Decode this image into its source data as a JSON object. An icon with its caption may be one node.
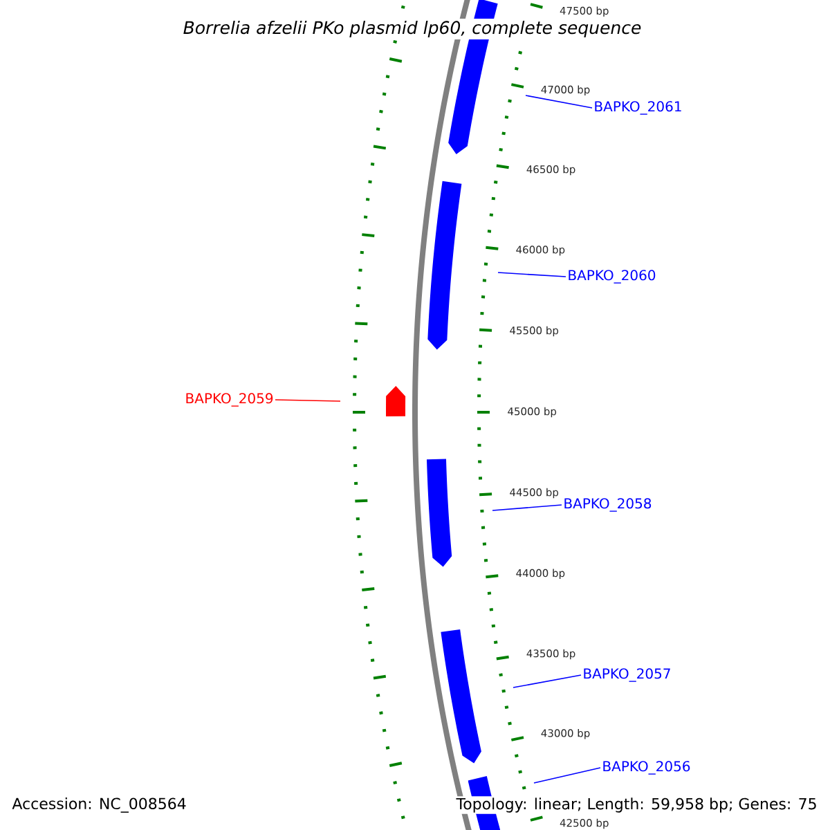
{
  "diagram": {
    "title": "Borrelia afzelii PKo plasmid lp60, complete sequence",
    "nodes": [
      {
        "text": [
          "BAPKO_2061"
        ]
      },
      {
        "text": [
          "BAPKO_2060"
        ]
      },
      {
        "text": [
          "BAPKO_2059"
        ]
      },
      {
        "text": [
          "BAPKO_2058"
        ]
      },
      {
        "text": [
          "BAPKO_2057"
        ]
      },
      {
        "text": [
          "BAPKO_2056"
        ]
      }
    ],
    "edges": [
      {
        "from": 0,
        "to": null,
        "arrow": "none"
      },
      {
        "from": 1,
        "to": null,
        "arrow": "none"
      },
      {
        "from": 2,
        "to": null,
        "arrow": "none",
        "color": "#ff0000"
      },
      {
        "from": 3,
        "to": null,
        "arrow": "none"
      },
      {
        "from": 4,
        "to": null,
        "arrow": "none"
      },
      {
        "from": 5,
        "to": null,
        "arrow": "none"
      }
    ],
    "labels": [
      "47500 bp",
      "47000 bp",
      "46500 bp",
      "46000 bp",
      "45500 bp",
      "45000 bp",
      "44500 bp",
      "44000 bp",
      "43500 bp",
      "43000 bp",
      "42500 bp",
      "Accession: NC_008564",
      "Topology: linear; Length: 59,958 bp; Genes: 75"
    ]
  }
}
